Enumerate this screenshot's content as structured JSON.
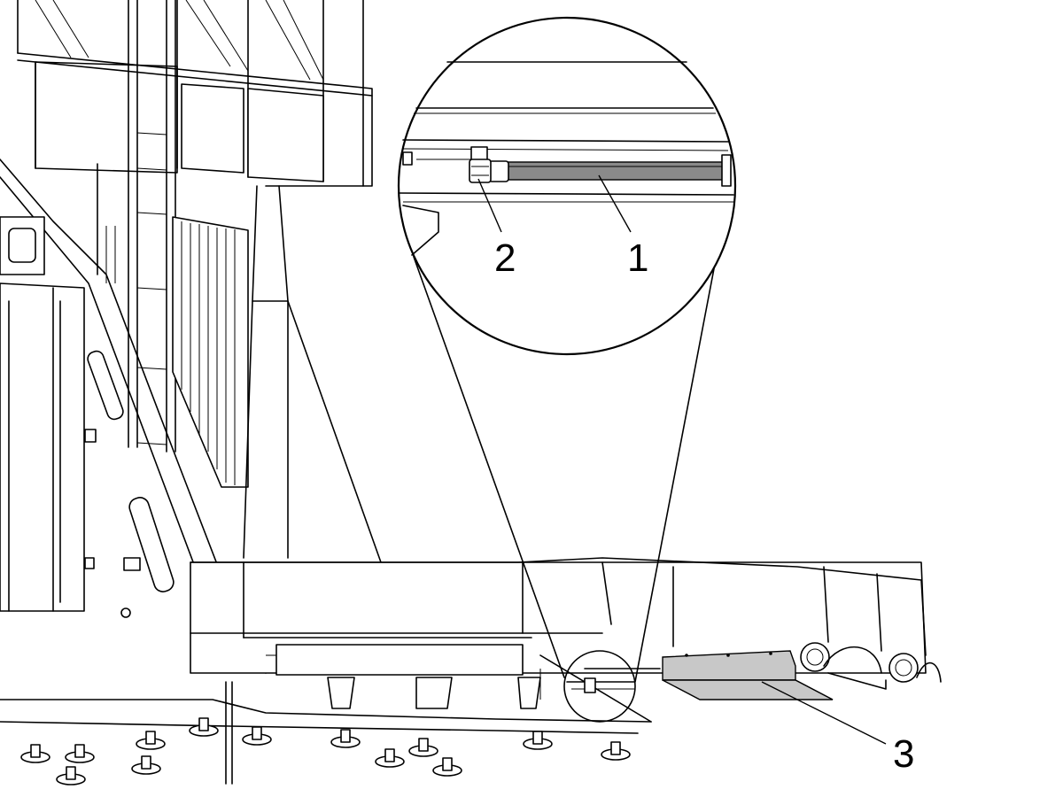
{
  "callouts": [
    {
      "id": "1",
      "label": "1"
    },
    {
      "id": "2",
      "label": "2"
    },
    {
      "id": "3",
      "label": "3"
    }
  ],
  "colors": {
    "line": "#000000",
    "background": "#ffffff",
    "highlight_fill": "#c8c8c8",
    "hose_fill": "#8a8a8a"
  }
}
